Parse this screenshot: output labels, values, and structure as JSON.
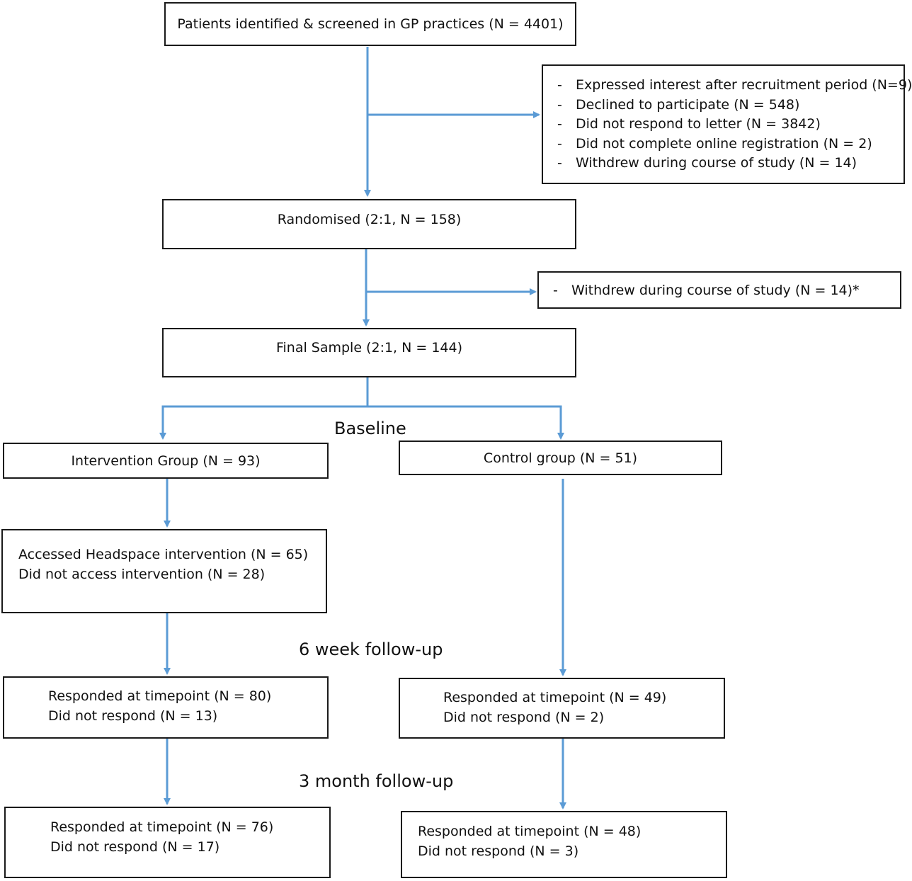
{
  "nodes": {
    "screened": "Patients identified & screened in GP practices (N = 4401)",
    "randomised": "Randomised (2:1, N = 158)",
    "final": "Final Sample (2:1, N = 144)",
    "intervention": "Intervention Group (N = 93)",
    "control": "Control group (N = 51)"
  },
  "exclusions_1": [
    "Expressed interest after recruitment period (N=9)",
    "Declined to participate (N = 548)",
    "Did not respond to letter (N = 3842)",
    "Did not complete online registration (N = 2)",
    "Withdrew during course of study (N = 14)"
  ],
  "exclusions_2": [
    "Withdrew during course of study (N = 14)*"
  ],
  "access": [
    "Accessed Headspace intervention (N = 65)",
    "Did not access intervention (N = 28)"
  ],
  "stages": {
    "baseline": "Baseline",
    "week6": "6 week follow-up",
    "month3": "3 month follow-up"
  },
  "int_6wk": [
    "Responded at timepoint (N = 80)",
    "Did not respond (N = 13)"
  ],
  "ctl_6wk": [
    "Responded at timepoint (N = 49)",
    "Did not respond (N = 2)"
  ],
  "int_3mo": [
    "Responded at timepoint (N = 76)",
    "Did not respond (N = 17)"
  ],
  "ctl_3mo": [
    "Responded at timepoint (N = 48)",
    "Did not respond (N = 3)"
  ],
  "dash": "-",
  "colors": {
    "arrow": "#5b9bd5",
    "border": "#1a1a1a"
  }
}
